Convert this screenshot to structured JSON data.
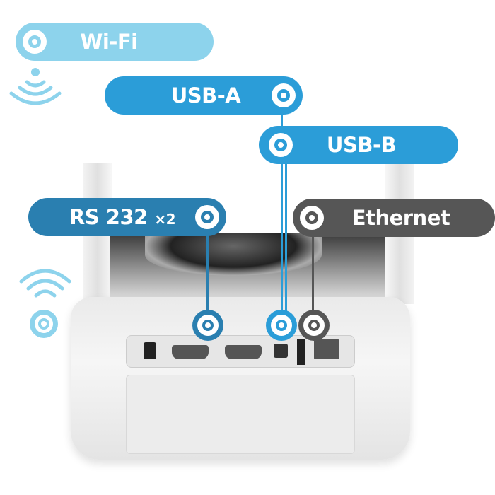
{
  "labels": {
    "wifi": "Wi-Fi",
    "usb_a": "USB-A",
    "usb_b": "USB-B",
    "rs232": "RS 232",
    "rs232_count": "×2",
    "ethernet": "Ethernet"
  },
  "colors": {
    "wifi": "#8dd3ec",
    "usb": "#2b9dd8",
    "rs232": "#2a7fb0",
    "ethernet": "#565656"
  }
}
